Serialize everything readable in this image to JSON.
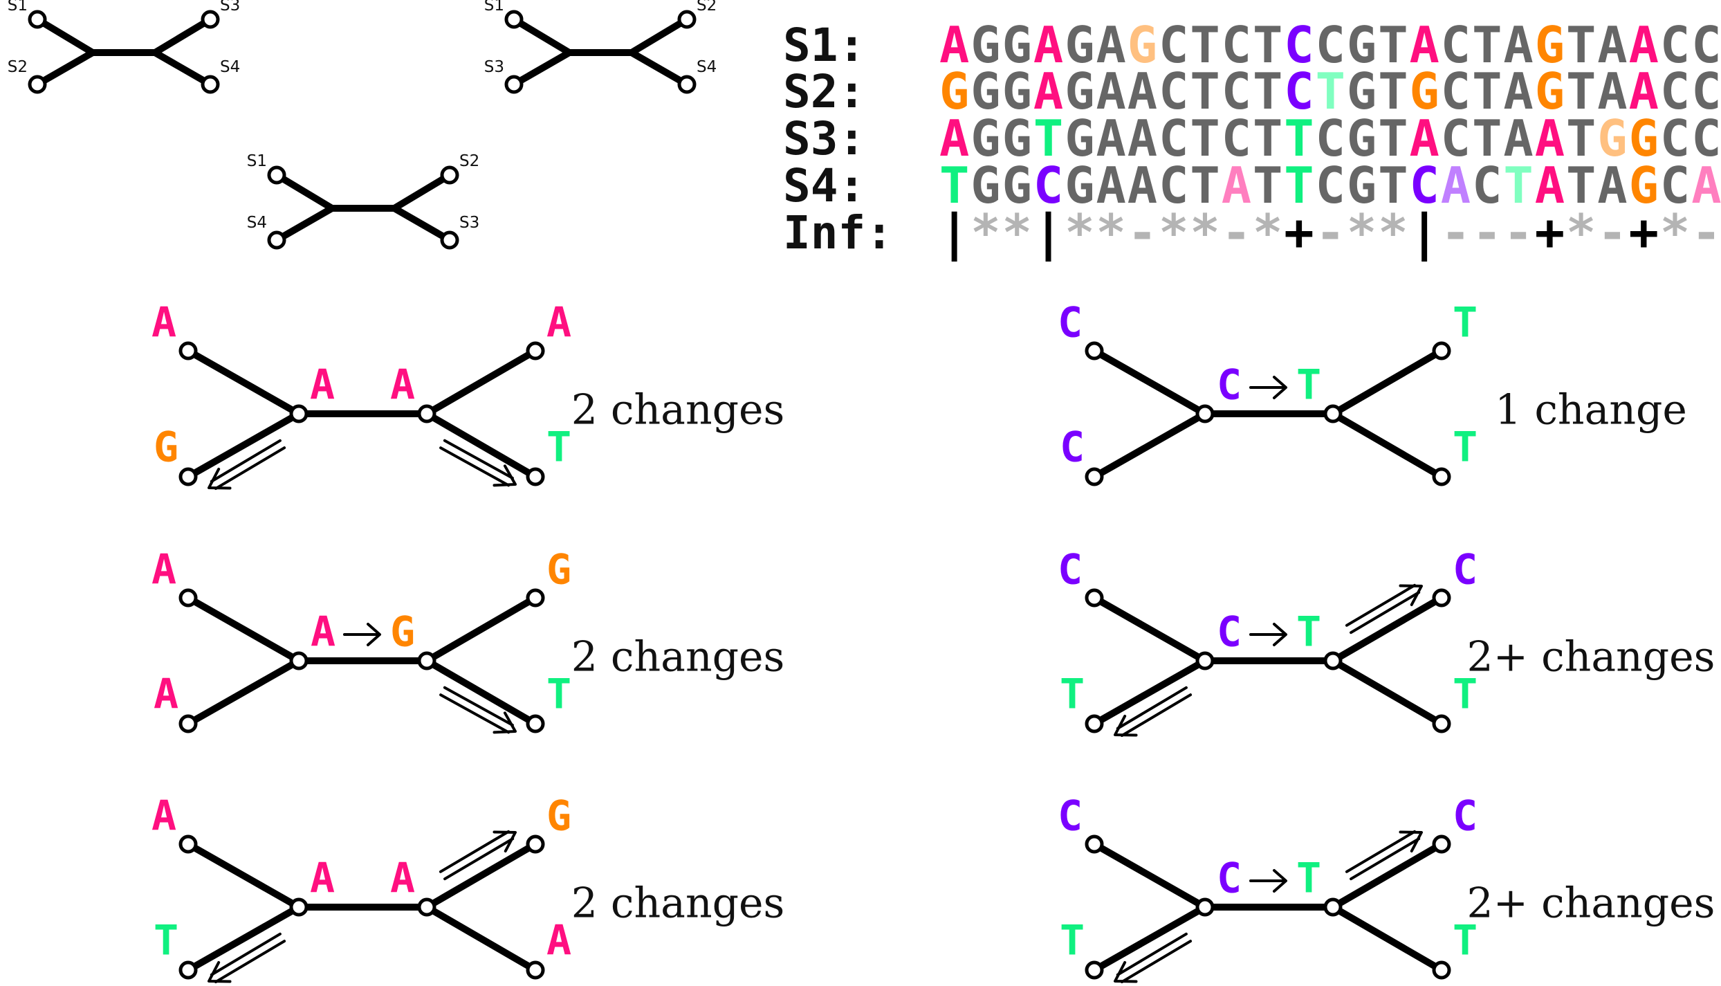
{
  "colors": {
    "A": "#ff0f80",
    "G": "#ff8500",
    "Gp": "#ffc080",
    "C": "#7a00ff",
    "Cp": "#c080ff",
    "T": "#10f080",
    "Tp": "#80ffc0",
    "Ap": "#ff7fbf",
    "base": "#666666",
    "infGray": "#b4b4b4",
    "infBlack": "#000000"
  },
  "topologies": [
    {
      "left_top": "S1",
      "left_bottom": "S2",
      "right_top": "S3",
      "right_bottom": "S4"
    },
    {
      "left_top": "S1",
      "left_bottom": "S3",
      "right_top": "S2",
      "right_bottom": "S4"
    },
    {
      "left_top": "S1",
      "left_bottom": "S4",
      "right_top": "S2",
      "right_bottom": "S3"
    }
  ],
  "alignment": {
    "rows": [
      {
        "label": "S1:",
        "sequence": "AGGAGAGCTCTCCGTACTAGTAACC",
        "colors": [
          "A",
          "base",
          "base",
          "A",
          "base",
          "base",
          "Gp",
          "base",
          "base",
          "base",
          "base",
          "C",
          "base",
          "base",
          "base",
          "A",
          "base",
          "base",
          "base",
          "G",
          "base",
          "base",
          "A",
          "base",
          "base"
        ]
      },
      {
        "label": "S2:",
        "sequence": "GGGAGAACTCTCTGTGCTAGTAACC",
        "colors": [
          "G",
          "base",
          "base",
          "A",
          "base",
          "base",
          "base",
          "base",
          "base",
          "base",
          "base",
          "C",
          "Tp",
          "base",
          "base",
          "G",
          "base",
          "base",
          "base",
          "G",
          "base",
          "base",
          "A",
          "base",
          "base"
        ]
      },
      {
        "label": "S3:",
        "sequence": "AGGTGAACTCTTCGTACTAATGGCC",
        "colors": [
          "A",
          "base",
          "base",
          "T",
          "base",
          "base",
          "base",
          "base",
          "base",
          "base",
          "base",
          "T",
          "base",
          "base",
          "base",
          "A",
          "base",
          "base",
          "base",
          "A",
          "base",
          "Gp",
          "G",
          "base",
          "base"
        ]
      },
      {
        "label": "S4:",
        "sequence": "TGGCGAACTATTCGTCACTATAGCA",
        "colors": [
          "T",
          "base",
          "base",
          "C",
          "base",
          "base",
          "base",
          "base",
          "base",
          "Ap",
          "base",
          "T",
          "base",
          "base",
          "base",
          "C",
          "Cp",
          "base",
          "Tp",
          "A",
          "base",
          "base",
          "G",
          "base",
          "Ap"
        ]
      }
    ],
    "inf": {
      "label": "Inf:",
      "symbols": "|**|**-**-*+-**|---+*-+*-",
      "colors": [
        "infBlack",
        "infGray",
        "infGray",
        "infBlack",
        "infGray",
        "infGray",
        "infGray",
        "infGray",
        "infGray",
        "infGray",
        "infGray",
        "infBlack",
        "infGray",
        "infGray",
        "infGray",
        "infBlack",
        "infGray",
        "infGray",
        "infGray",
        "infBlack",
        "infGray",
        "infGray",
        "infBlack",
        "infGray",
        "infGray"
      ]
    }
  },
  "trees": [
    {
      "leaves": {
        "lt": "A",
        "lb": "G",
        "rt": "A",
        "rb": "T"
      },
      "internal": {
        "l": "A",
        "r": "A"
      },
      "transition": false,
      "changes": "2 changes",
      "arrows": [
        "lb",
        "rb"
      ]
    },
    {
      "leaves": {
        "lt": "A",
        "lb": "A",
        "rt": "G",
        "rb": "T"
      },
      "internal": {
        "l": "A",
        "r": "G"
      },
      "transition": true,
      "changes": "2 changes",
      "arrows": [
        "rb"
      ]
    },
    {
      "leaves": {
        "lt": "A",
        "lb": "T",
        "rt": "G",
        "rb": "A"
      },
      "internal": {
        "l": "A",
        "r": "A"
      },
      "transition": false,
      "changes": "2 changes",
      "arrows": [
        "lb",
        "rt"
      ]
    },
    {
      "leaves": {
        "lt": "C",
        "lb": "C",
        "rt": "T",
        "rb": "T"
      },
      "internal": {
        "l": "C",
        "r": "T"
      },
      "transition": true,
      "changes": "1 change",
      "arrows": []
    },
    {
      "leaves": {
        "lt": "C",
        "lb": "T",
        "rt": "C",
        "rb": "T"
      },
      "internal": {
        "l": "C",
        "r": "T"
      },
      "transition": true,
      "changes": "2+ changes",
      "arrows": [
        "lb",
        "rt"
      ]
    },
    {
      "leaves": {
        "lt": "C",
        "lb": "T",
        "rt": "C",
        "rb": "T"
      },
      "internal": {
        "l": "C",
        "r": "T"
      },
      "transition": true,
      "changes": "2+ changes",
      "arrows": [
        "lb",
        "rt"
      ]
    }
  ]
}
